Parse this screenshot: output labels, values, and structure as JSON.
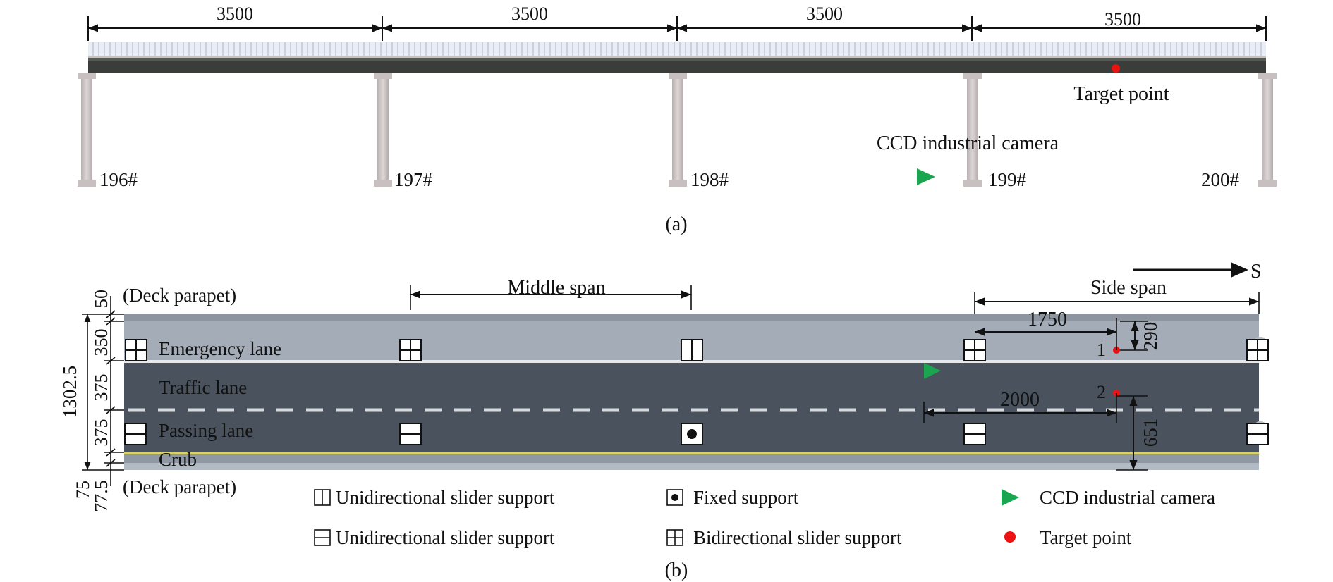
{
  "panel_a": {
    "caption": "(a)",
    "span_dims": [
      "3500",
      "3500",
      "3500",
      "3500"
    ],
    "piers": [
      "196#",
      "197#",
      "198#",
      "199#",
      "200#"
    ],
    "target_label": "Target point",
    "camera_label": "CCD industrial camera"
  },
  "panel_b": {
    "caption": "(b)",
    "direction": "S",
    "middle_span": "Middle span",
    "side_span": "Side span",
    "lanes": {
      "parapet_top": "(Deck parapet)",
      "emergency": "Emergency lane",
      "traffic": "Traffic lane",
      "passing": "Passing lane",
      "curb": "Crub",
      "parapet_bottom": "(Deck parapet)"
    },
    "left_dims": [
      "50",
      "350",
      "375",
      "375",
      "75",
      "77.5"
    ],
    "total_width": "1302.5",
    "dim_1750": "1750",
    "dim_2000": "2000",
    "dim_290": "290",
    "dim_651": "651",
    "point_1": "1",
    "point_2": "2"
  },
  "legend": {
    "uni_v": "Unidirectional slider support",
    "uni_h": "Unidirectional slider support",
    "fixed": "Fixed support",
    "bi": "Bidirectional slider support",
    "camera": "CCD industrial camera",
    "target": "Target point"
  },
  "colors": {
    "camera": "#1aa550",
    "target": "#ee1111",
    "asphalt": "#4a535d",
    "emergency_lane": "#a4adb7",
    "girder": "#3a3d3a",
    "pier": "#c8c0c0"
  }
}
